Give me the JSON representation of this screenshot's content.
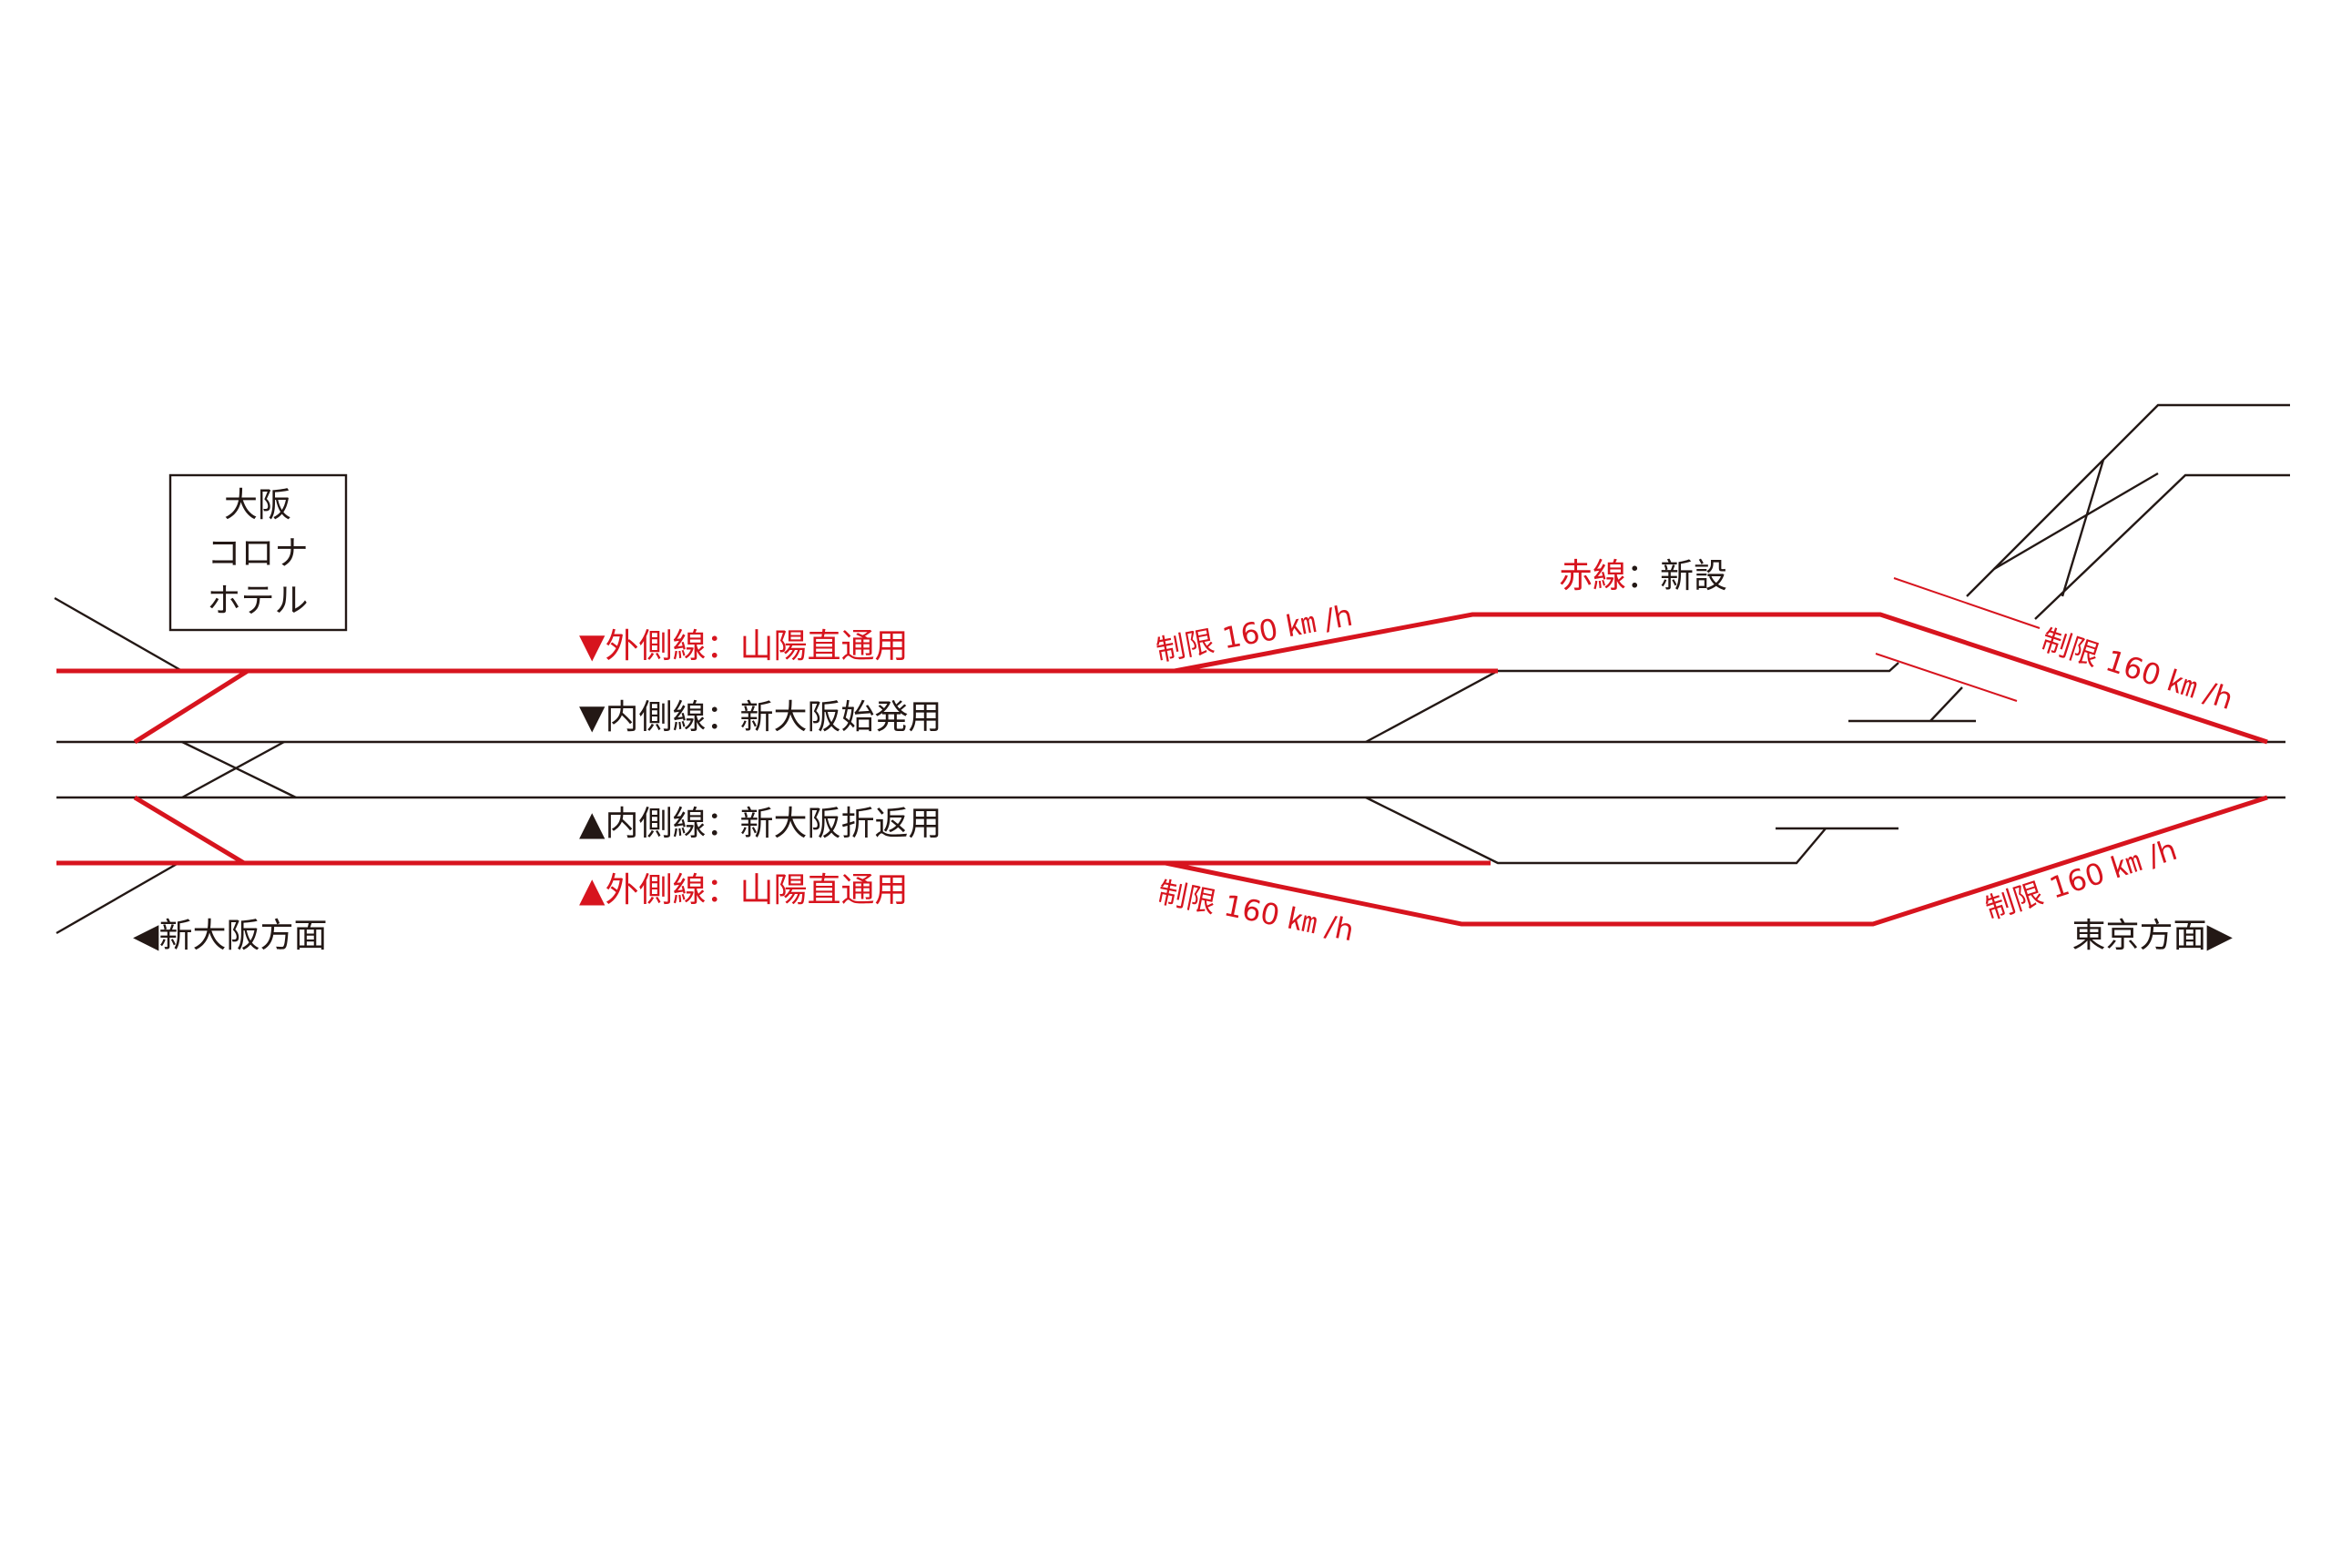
{
  "colors": {
    "new_track": "#d7141e",
    "existing_track": "#231815",
    "background": "#ffffff"
  },
  "landmark": {
    "lines": [
      "大阪",
      "コロナ",
      "ホテル"
    ]
  },
  "legend": {
    "red_part": "赤線",
    "black_part": "：新設"
  },
  "tracks": {
    "outer_down": {
      "marker": "▼",
      "name": "外側線",
      "use": "：山陽直通用",
      "color": "red"
    },
    "inner_down": {
      "marker": "▼",
      "name": "内側線",
      "use": "：新大阪始発用",
      "color": "black"
    },
    "inner_up": {
      "marker": "▲",
      "name": "内側線",
      "use": "：新大阪折返用",
      "color": "black"
    },
    "outer_up": {
      "marker": "▲",
      "name": "外側線",
      "use": "：山陽直通用",
      "color": "red"
    }
  },
  "speed_limits": [
    {
      "text": "制限 160 ㎞ /h"
    },
    {
      "text": "制限 160 ㎞ /h"
    },
    {
      "text": "制限 160 ㎞ /h"
    },
    {
      "text": "制限 160 ㎞ /h"
    }
  ],
  "directions": {
    "left": {
      "arrow": "◀",
      "text": "新大阪方面"
    },
    "right": {
      "text": "東京方面",
      "arrow": "▶"
    }
  }
}
